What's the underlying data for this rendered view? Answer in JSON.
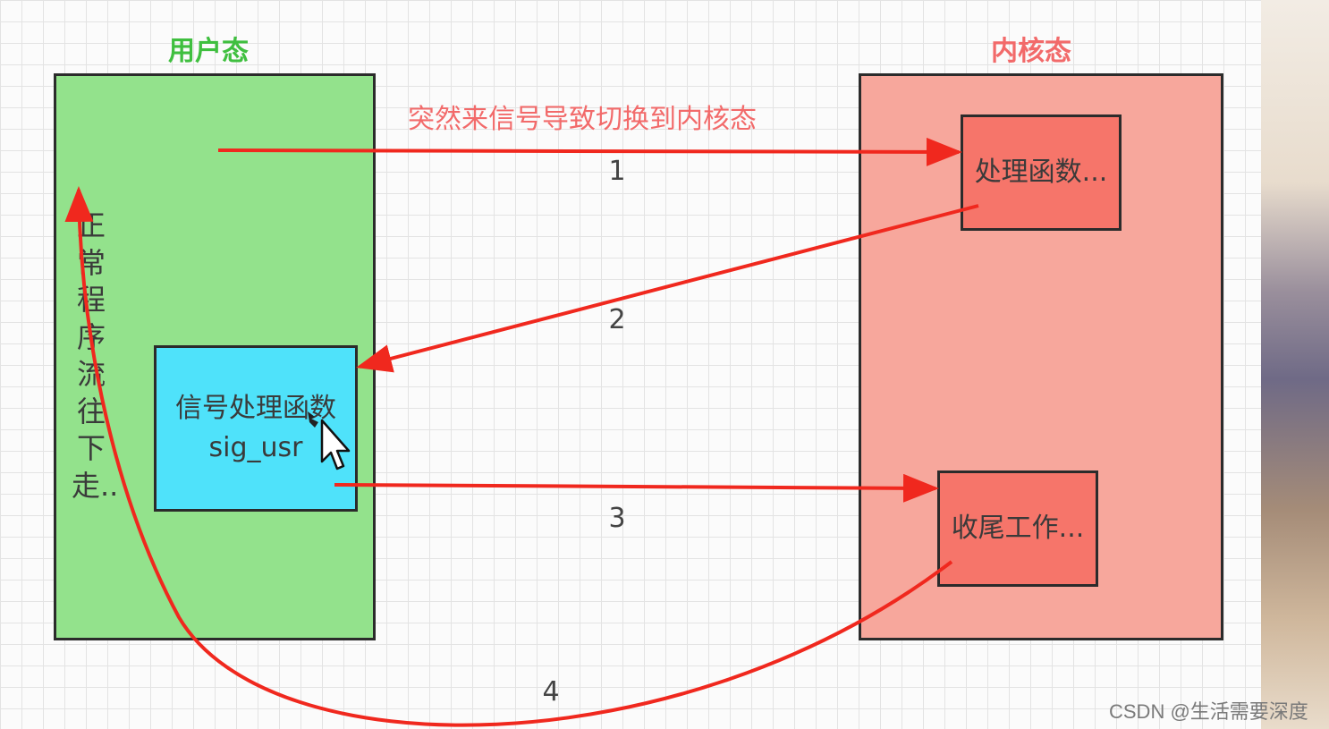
{
  "user_space": {
    "label": "用户态",
    "normal_flow_text": "正常程序流往下走..",
    "signal_handler_text": "信号处理函数sig_usr"
  },
  "kernel_space": {
    "label": "内核态",
    "handler_text": "处理函数...",
    "finish_text": "收尾工作..."
  },
  "transition_label": "突然来信号导致切换到内核态",
  "steps": [
    "1",
    "2",
    "3",
    "4"
  ],
  "watermark": "CSDN @生活需要深度",
  "colors": {
    "user_panel": "#93e28c",
    "kernel_panel": "#f7a79c",
    "kernel_box": "#f6756a",
    "handler_box": "#4fe2fa",
    "arrow": "#f0281e"
  }
}
